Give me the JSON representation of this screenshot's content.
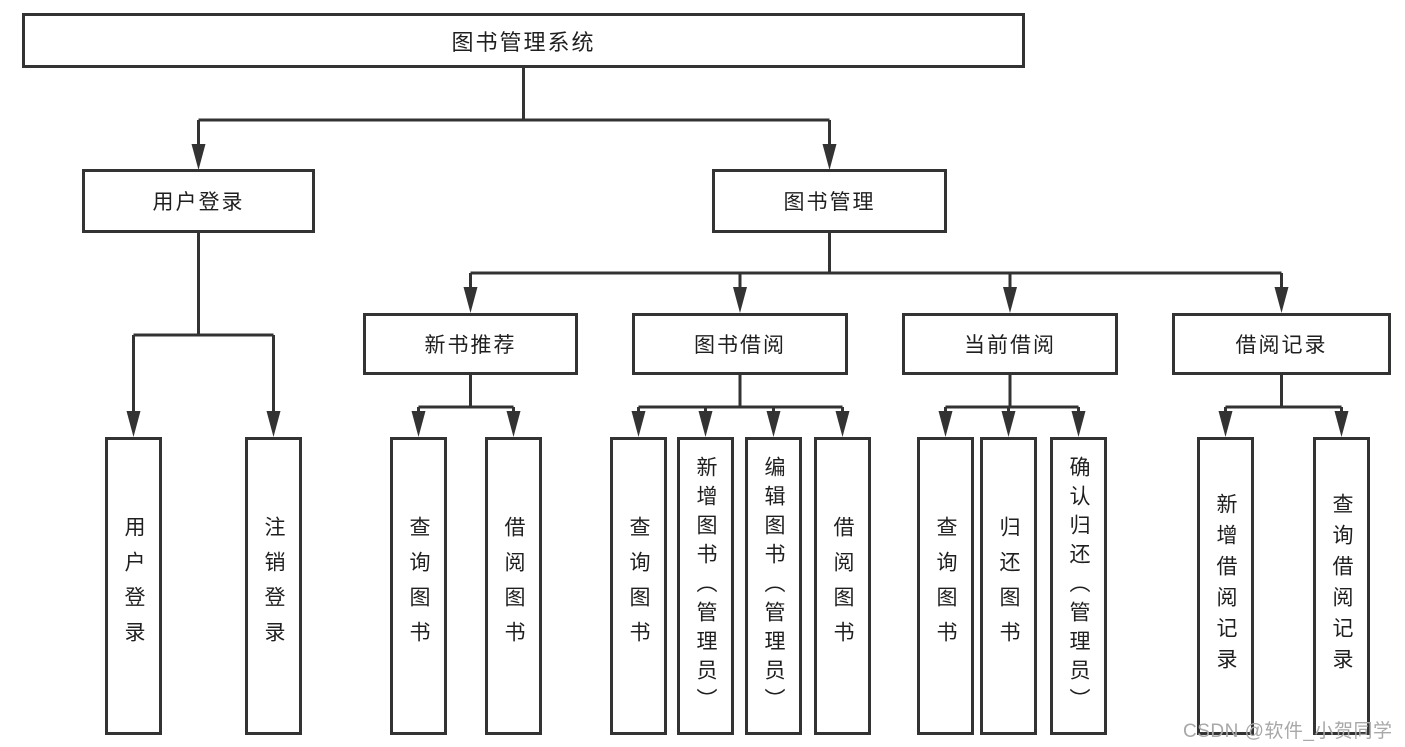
{
  "diagram": {
    "root": {
      "label": "图书管理系统"
    },
    "children": [
      {
        "label": "用户登录",
        "children": [
          {
            "label": "用户登录"
          },
          {
            "label": "注销登录"
          }
        ]
      },
      {
        "label": "图书管理",
        "children": [
          {
            "label": "新书推荐",
            "children": [
              {
                "label": "查询图书"
              },
              {
                "label": "借阅图书"
              }
            ]
          },
          {
            "label": "图书借阅",
            "children": [
              {
                "label": "查询图书"
              },
              {
                "label": "新增图书（管理员）"
              },
              {
                "label": "编辑图书（管理员）"
              },
              {
                "label": "借阅图书"
              }
            ]
          },
          {
            "label": "当前借阅",
            "children": [
              {
                "label": "查询图书"
              },
              {
                "label": "归还图书"
              },
              {
                "label": "确认归还（管理员）"
              }
            ]
          },
          {
            "label": "借阅记录",
            "children": [
              {
                "label": "新增借阅记录"
              },
              {
                "label": "查询借阅记录"
              }
            ]
          }
        ]
      }
    ]
  },
  "watermark": {
    "text": "CSDN @软件_小贺同学"
  },
  "colors": {
    "line": "#333333",
    "border": "#333333",
    "text": "#1f1f1f",
    "watermark": "#a8a8a8",
    "background": "#ffffff"
  }
}
